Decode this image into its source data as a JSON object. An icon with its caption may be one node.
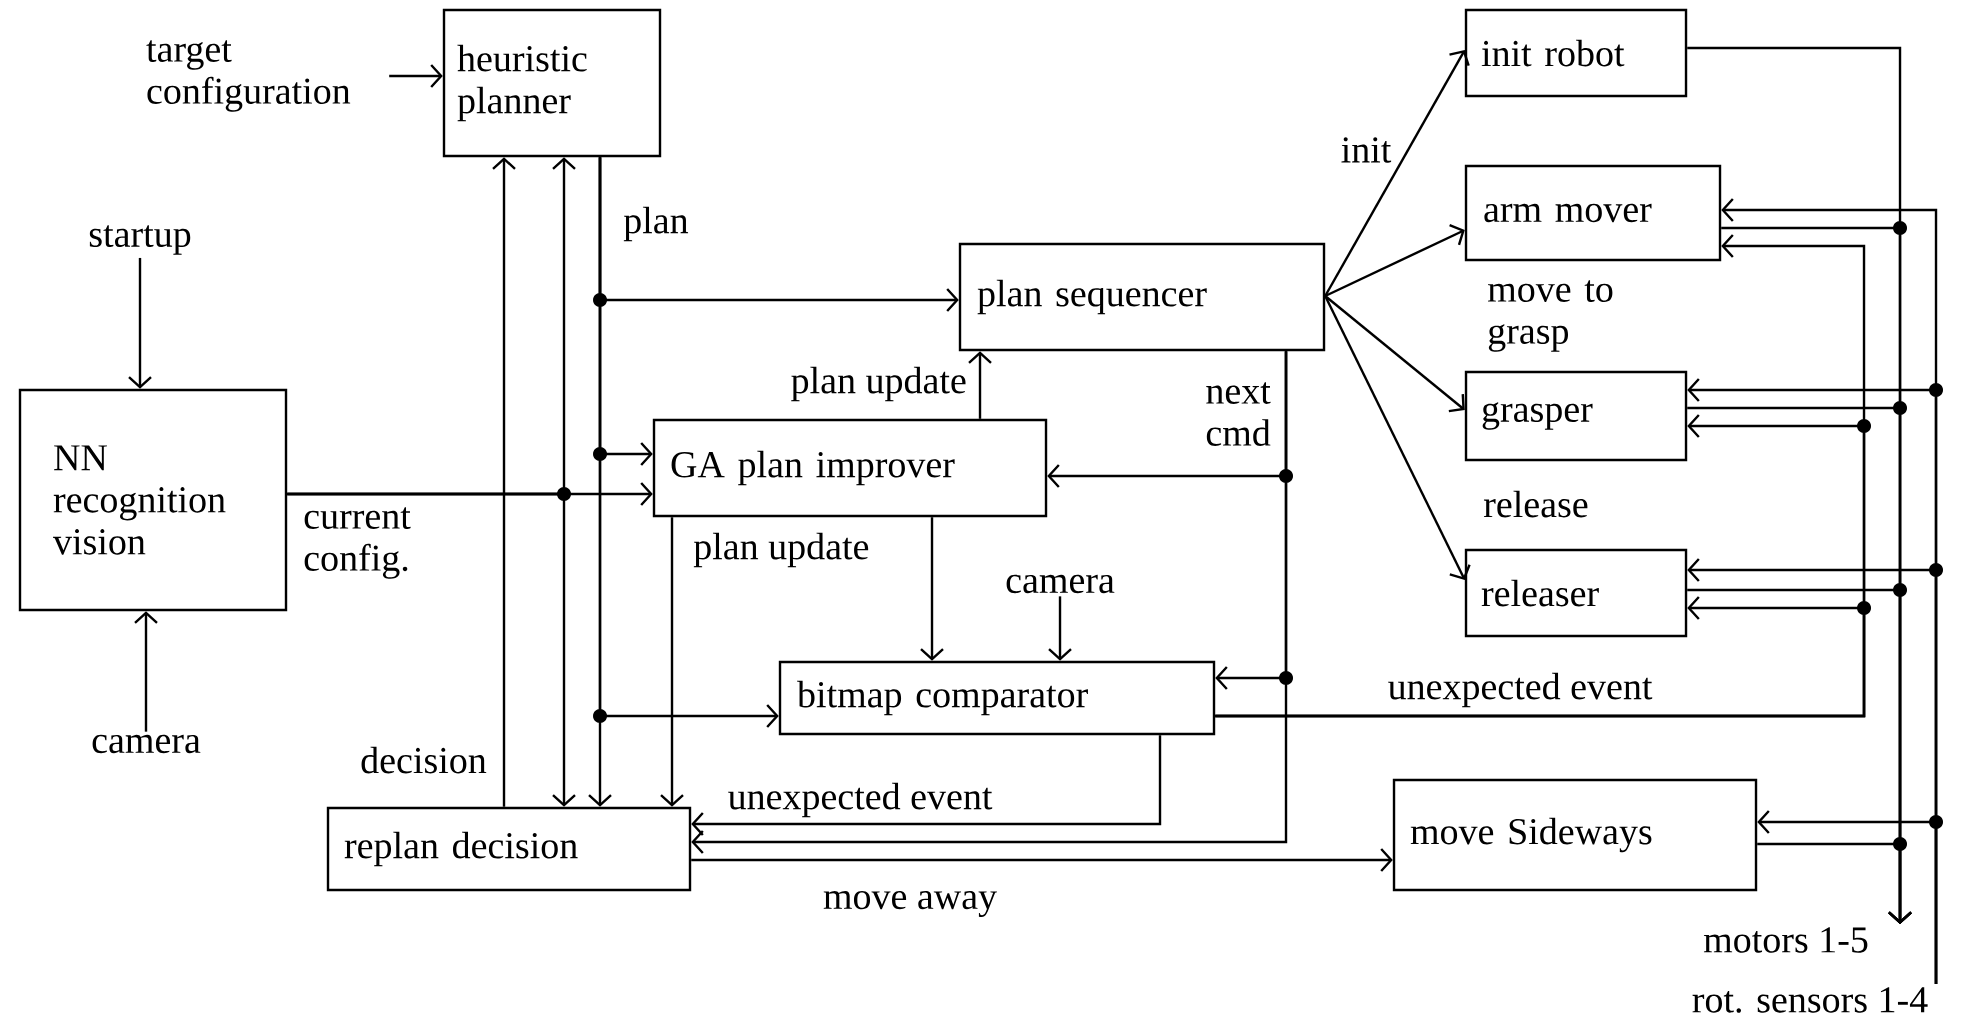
{
  "diagram": {
    "nodes": [
      {
        "text": [
          "heuristic planner"
        ]
      },
      {
        "text": [
          "NN recognition vision"
        ]
      },
      {
        "text": [
          "plan sequencer"
        ]
      },
      {
        "text": [
          "GA plan improver"
        ]
      },
      {
        "text": [
          "bitmap comparator"
        ]
      },
      {
        "text": [
          "replan decision"
        ]
      },
      {
        "text": [
          "init robot"
        ]
      },
      {
        "text": [
          "arm mover"
        ]
      },
      {
        "text": [
          "grasper"
        ]
      },
      {
        "text": [
          "releaser"
        ]
      },
      {
        "text": [
          "move Sideways"
        ]
      },
      {
        "text": [
          "target configuration"
        ]
      },
      {
        "text": [
          "startup"
        ]
      },
      {
        "text": [
          "camera"
        ]
      },
      {
        "text": [
          "camera"
        ]
      },
      {
        "text": [
          "motors 1-5"
        ]
      },
      {
        "text": [
          "rot. sensors 1-4"
        ]
      }
    ],
    "edges": [
      {
        "from": 11,
        "to": 0,
        "arrow": "to"
      },
      {
        "from": 12,
        "to": 1,
        "arrow": "to"
      },
      {
        "from": 13,
        "to": 1,
        "arrow": "to"
      },
      {
        "from": 14,
        "to": 4,
        "arrow": "to"
      },
      {
        "from": 0,
        "to": 2,
        "arrow": "to",
        "label": "plan"
      },
      {
        "from": 0,
        "to": 3,
        "arrow": "to"
      },
      {
        "from": 0,
        "to": 4,
        "arrow": "to"
      },
      {
        "from": 0,
        "to": 5,
        "arrow": "to"
      },
      {
        "from": 1,
        "to": 3,
        "arrow": "to",
        "label": "current config."
      },
      {
        "from": 1,
        "to": 0,
        "arrow": "to"
      },
      {
        "from": 1,
        "to": 5,
        "arrow": "to"
      },
      {
        "from": 5,
        "to": 0,
        "arrow": "to",
        "label": "decision"
      },
      {
        "from": 3,
        "to": 2,
        "arrow": "to",
        "label": "plan update"
      },
      {
        "from": 3,
        "to": 4,
        "arrow": "to",
        "label": "plan update"
      },
      {
        "from": 3,
        "to": 5,
        "arrow": "to"
      },
      {
        "from": 2,
        "to": 3,
        "arrow": "to",
        "label": "next cmd"
      },
      {
        "from": 2,
        "to": 4,
        "arrow": "to"
      },
      {
        "from": 2,
        "to": 5,
        "arrow": "to"
      },
      {
        "from": 4,
        "to": 5,
        "arrow": "to",
        "label": "unexpected event"
      },
      {
        "from": 5,
        "to": 10,
        "arrow": "to",
        "label": "move away"
      },
      {
        "from": 2,
        "to": 6,
        "arrow": "to",
        "label": "init"
      },
      {
        "from": 2,
        "to": 7,
        "arrow": "to"
      },
      {
        "from": 2,
        "to": 8,
        "arrow": "to",
        "label": "move to grasp"
      },
      {
        "from": 2,
        "to": 9,
        "arrow": "to",
        "label": "release"
      },
      {
        "from": 4,
        "to": 7,
        "arrow": "to",
        "label": "unexpected event"
      },
      {
        "from": 4,
        "to": 8,
        "arrow": "to"
      },
      {
        "from": 4,
        "to": 9,
        "arrow": "to"
      },
      {
        "from": 6,
        "to": 15,
        "arrow": "to"
      },
      {
        "from": 7,
        "to": 15,
        "arrow": "to"
      },
      {
        "from": 8,
        "to": 15,
        "arrow": "to"
      },
      {
        "from": 9,
        "to": 15,
        "arrow": "to"
      },
      {
        "from": 10,
        "to": 15,
        "arrow": "to"
      },
      {
        "from": 16,
        "to": 7,
        "arrow": "to"
      },
      {
        "from": 16,
        "to": 8,
        "arrow": "to"
      },
      {
        "from": 16,
        "to": 9,
        "arrow": "to"
      },
      {
        "from": 16,
        "to": 10,
        "arrow": "to"
      }
    ]
  }
}
